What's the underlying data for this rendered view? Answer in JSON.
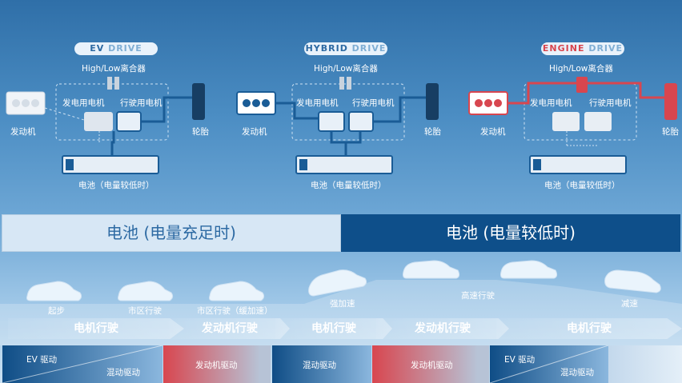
{
  "panels": [
    {
      "badge_a": "EV",
      "badge_b": "DRIVE",
      "clutch": "High/Low离合器",
      "gen": "发电用电机",
      "drive": "行驶用电机",
      "engine": "发动机",
      "tire": "轮胎",
      "battery": "电池（电量较低时）"
    },
    {
      "badge_a": "HYBRID",
      "badge_b": "DRIVE",
      "clutch": "High/Low离合器",
      "gen": "发电用电机",
      "drive": "行驶用电机",
      "engine": "发动机",
      "tire": "轮胎",
      "battery": "电池（电量较低时）"
    },
    {
      "badge_a": "ENGINE",
      "badge_b": "DRIVE",
      "clutch": "High/Low离合器",
      "gen": "发电用电机",
      "drive": "行驶用电机",
      "engine": "发动机",
      "tire": "轮胎",
      "battery": "电池（电量较低时）"
    }
  ],
  "battery_banner": {
    "full": "电池 (电量充足时)",
    "low": "电池 (电量较低时)"
  },
  "scenes": [
    "起步",
    "市区行驶",
    "市区行驶（缓加速）",
    "强加速",
    "高速行驶",
    "减速"
  ],
  "modes": [
    "电机行驶",
    "发动机行驶",
    "电机行驶",
    "发动机行驶",
    "电机行驶"
  ],
  "strips": {
    "s1_a": "EV 驱动",
    "s1_b": "混动驱动",
    "s2": "发动机驱动",
    "s3": "混动驱动",
    "s4": "发动机驱动",
    "s5_a": "EV 驱动",
    "s5_b": "混动驱动"
  },
  "colors": {
    "accent_blue": "#0e4f8a",
    "engine_red": "#d8464f",
    "line_blue": "#1a5c96"
  }
}
